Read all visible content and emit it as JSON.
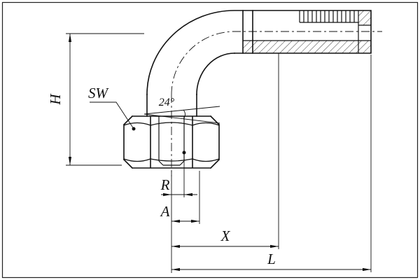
{
  "drawing": {
    "type": "technical-drawing-90-degree-elbow-hose-fitting",
    "labels": {
      "height": "H",
      "wrench_size": "SW",
      "cone_angle": "24°",
      "thread": "R",
      "dim_a": "A",
      "dim_x": "X",
      "overall_length": "L"
    },
    "colors": {
      "line": "#111111",
      "background": "#ffffff",
      "frame": "#222222"
    }
  }
}
